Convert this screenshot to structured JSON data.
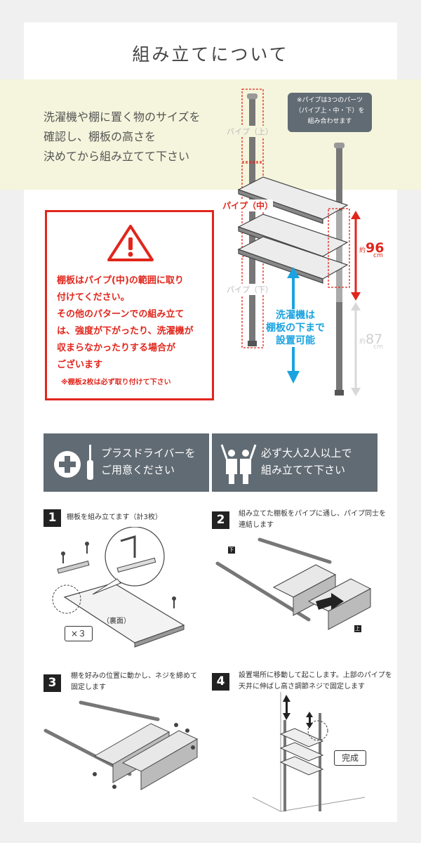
{
  "title": "組み立てについて",
  "intro": {
    "lines": [
      "洗濯機や棚に置く物のサイズを",
      "確認し、棚板の高さを",
      "決めてから組み立てて下さい"
    ]
  },
  "pipe_note": {
    "lines": [
      "※パイプは3つのパーツ",
      "（パイプ上・中・下）を",
      "組み合わせます"
    ]
  },
  "diagram": {
    "pipe_upper": "パイプ（上）",
    "pipe_middle": "パイプ（中）",
    "pipe_lower": "パイプ（下）",
    "height_96_prefix": "約",
    "height_96_value": "96",
    "height_96_unit": "cm",
    "height_87_prefix": "約",
    "height_87_value": "87",
    "height_87_unit": "cm",
    "washer_lines": [
      "洗濯機は",
      "棚板の下まで",
      "設置可能"
    ]
  },
  "warning": {
    "lines": [
      "棚板はパイプ(中)の範囲に取り",
      "付けてください。",
      "その他のパターンでの組み立て",
      "は、強度が下がったり、洗濯機が",
      "収まらなかったりする場合が",
      "ございます"
    ],
    "note": "※棚板2枚は必ず取り付けて下さい"
  },
  "tools": [
    {
      "lines": [
        "プラスドライバーを",
        "ご用意ください"
      ],
      "icon": "screwdriver-icon"
    },
    {
      "lines": [
        "必ず大人2人以上で",
        "組み立てて下さい"
      ],
      "icon": "two-people-icon"
    }
  ],
  "steps": [
    {
      "number": "1",
      "lines": [
        "棚板を組み立てます（計3枚）"
      ],
      "labels": {
        "back": "（裏面）",
        "count": "×３"
      }
    },
    {
      "number": "2",
      "lines": [
        "組み立てた棚板をパイプに通し、パイプ同士を",
        "連結します"
      ],
      "labels": {
        "bottom": "下",
        "top": "上"
      }
    },
    {
      "number": "3",
      "lines": [
        "棚を好みの位置に動かし、ネジを締めて",
        "固定します"
      ]
    },
    {
      "number": "4",
      "lines": [
        "設置場所に移動して起こします。上部のパイプを",
        "天井に伸ばし高さ調節ネジで固定します"
      ],
      "labels": {
        "done": "完成"
      }
    }
  ],
  "colors": {
    "accent_red": "#e1261c",
    "accent_blue": "#1aa3e0",
    "panel_gray": "#616b73",
    "band_yellow": "#f4f5dc"
  }
}
